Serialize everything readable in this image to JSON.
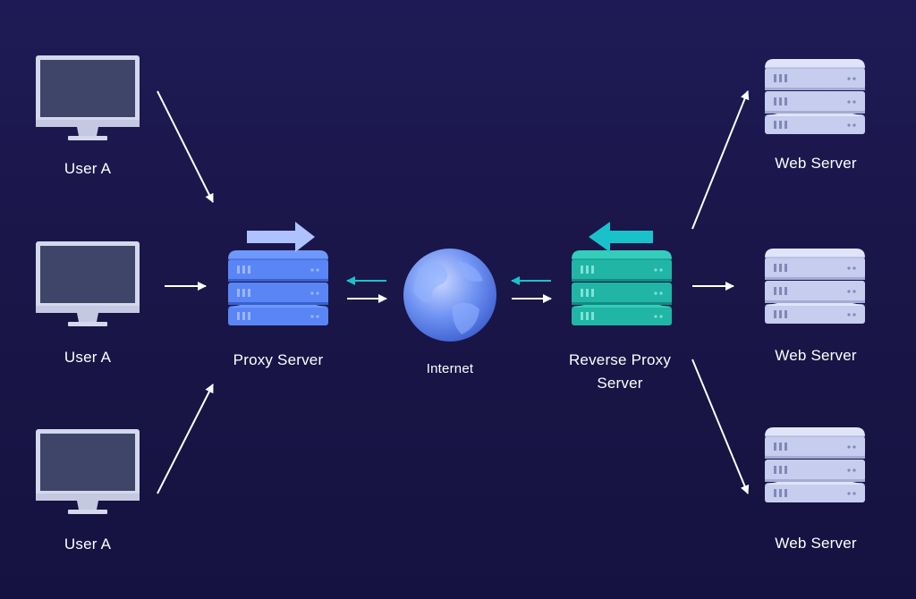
{
  "users": [
    {
      "label": "User A"
    },
    {
      "label": "User A"
    },
    {
      "label": "User A"
    }
  ],
  "proxy": {
    "label": "Proxy Server"
  },
  "internet": {
    "label": "Internet"
  },
  "reverse_proxy": {
    "label": "Reverse Proxy Server"
  },
  "web_servers": [
    {
      "label": "Web Server"
    },
    {
      "label": "Web Server"
    },
    {
      "label": "Web Server"
    }
  ],
  "colors": {
    "background": "#1c1850",
    "arrow": "#ffffff",
    "return_arrow": "#19c2cb",
    "proxy": "#4c78f2",
    "reverse_proxy": "#1fb9a8",
    "web_server": "#c9d0ee",
    "monitor": "#d3d8ec",
    "globe": "#6a8ff0"
  }
}
